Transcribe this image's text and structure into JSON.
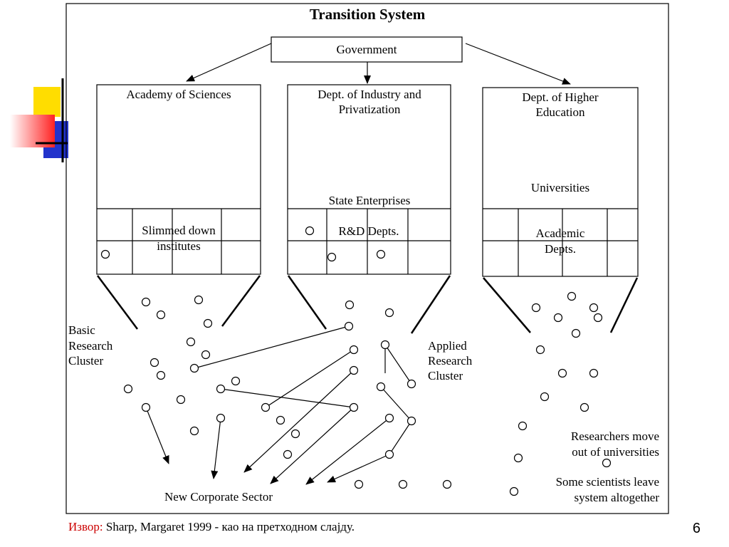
{
  "title": "Transition System",
  "government": "Government",
  "academy": "Academy of Sciences",
  "industry": {
    "line1": "Dept. of Industry and",
    "line2": "Privatization"
  },
  "higher_ed": {
    "line1": "Dept. of Higher",
    "line2": "Education"
  },
  "state_enterprises": "State Enterprises",
  "universities": "Universities",
  "slimmed": {
    "line1": "Slimmed down",
    "line2": "institutes"
  },
  "rd_depts": "R&D Depts.",
  "academic": {
    "line1": "Academic",
    "line2": "Depts."
  },
  "basic_cluster": {
    "line1": "Basic",
    "line2": "Research",
    "line3": "Cluster"
  },
  "applied_cluster": {
    "line1": "Applied",
    "line2": "Research",
    "line3": "Cluster"
  },
  "researchers_move": {
    "line1": "Researchers move",
    "line2": "out of universities"
  },
  "scientists_leave": {
    "line1": "Some scientists leave",
    "line2": "system altogether"
  },
  "new_corporate": "New Corporate Sector",
  "footer": {
    "source_label": "Извор:",
    "source_text": " Sharp, Margaret 1999 - као на претходном слајду."
  },
  "slide_number": "6"
}
